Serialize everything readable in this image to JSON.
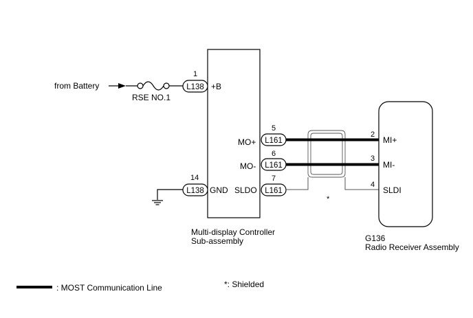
{
  "battery": {
    "label": "from Battery"
  },
  "fuse": {
    "label": "RSE NO.1"
  },
  "controller": {
    "name_line1": "Multi-display Controller",
    "name_line2": "Sub-assembly",
    "pins": [
      {
        "num": "1",
        "connector": "L138",
        "signal": "+B"
      },
      {
        "num": "5",
        "connector": "L161",
        "signal": "MO+"
      },
      {
        "num": "6",
        "connector": "L161",
        "signal": "MO-"
      },
      {
        "num": "7",
        "connector": "L161",
        "signal": "SLDO"
      },
      {
        "num": "14",
        "connector": "L138",
        "signal": "GND"
      }
    ]
  },
  "receiver": {
    "code": "G136",
    "name": "Radio Receiver Assembly",
    "pins": [
      {
        "num": "2",
        "signal": "MI+"
      },
      {
        "num": "3",
        "signal": "MI-"
      },
      {
        "num": "4",
        "signal": "SLDI"
      }
    ]
  },
  "shield_mark": "*",
  "legend": {
    "most_line": ": MOST Communication Line",
    "shielded": "*: Shielded"
  }
}
